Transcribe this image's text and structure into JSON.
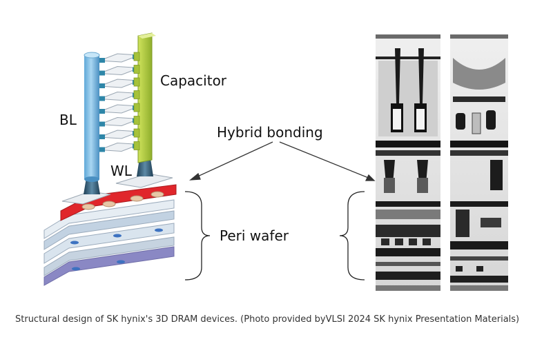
{
  "figure": {
    "labels": {
      "bl": "BL",
      "capacitor": "Capacitor",
      "wl": "WL",
      "hybrid_bonding": "Hybrid bonding",
      "peri_wafer": "Peri wafer"
    },
    "colors": {
      "bitline": "#8ec5e8",
      "capacitor": "#b8d44a",
      "bonding_layer": "#e0262b",
      "wordline_pad": "#2e86a8",
      "peri_layer": "#c9d7e3",
      "bottom_layer": "#8a88c4"
    }
  },
  "caption": "Structural design of SK hynix's 3D DRAM devices. (Photo provided byVLSI 2024 SK hynix Presentation Materials)"
}
